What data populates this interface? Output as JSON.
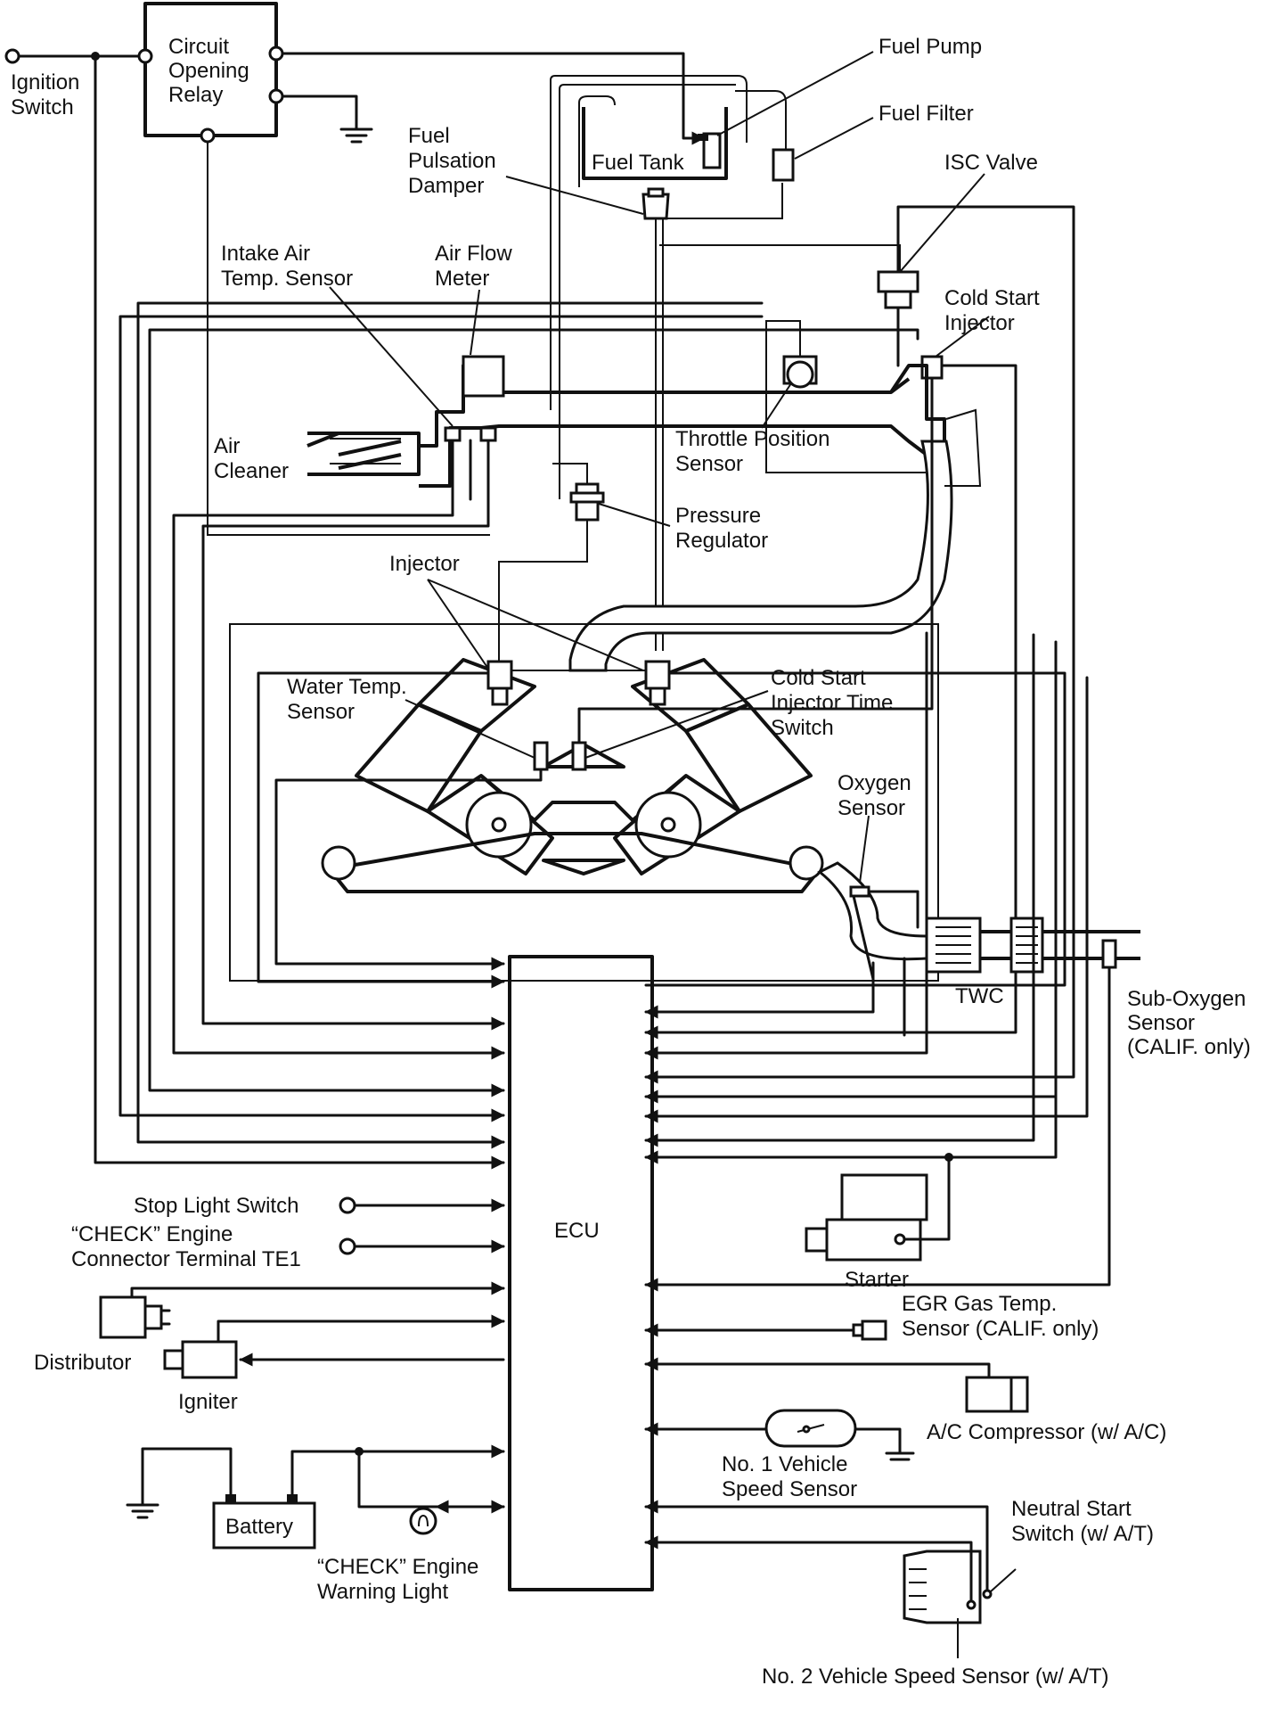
{
  "labels": {
    "ignition_switch": [
      "Ignition",
      "Switch"
    ],
    "circuit_opening_relay": [
      "Circuit",
      "Opening",
      "Relay"
    ],
    "fuel_pump": "Fuel Pump",
    "fuel_filter": "Fuel Filter",
    "fuel_tank": "Fuel Tank",
    "fuel_pulsation_damper": [
      "Fuel",
      "Pulsation",
      "Damper"
    ],
    "isc_valve": "ISC Valve",
    "intake_air_temp_sensor": [
      "Intake Air",
      "Temp. Sensor"
    ],
    "air_flow_meter": [
      "Air Flow",
      "Meter"
    ],
    "cold_start_injector": [
      "Cold Start",
      "Injector"
    ],
    "air_cleaner": [
      "Air",
      "Cleaner"
    ],
    "throttle_position_sensor": [
      "Throttle Position",
      "Sensor"
    ],
    "pressure_regulator": [
      "Pressure",
      "Regulator"
    ],
    "injector": "Injector",
    "water_temp_sensor": [
      "Water Temp.",
      "Sensor"
    ],
    "cold_start_injector_time_switch": [
      "Cold Start",
      "Injector Time",
      "Switch"
    ],
    "oxygen_sensor": [
      "Oxygen",
      "Sensor"
    ],
    "twc": "TWC",
    "sub_oxygen_sensor": [
      "Sub-Oxygen",
      "Sensor",
      "(CALIF. only)"
    ],
    "ecu": "ECU",
    "stop_light_switch": "Stop Light Switch",
    "check_engine_connector": [
      "“CHECK” Engine",
      "Connector Terminal TE1"
    ],
    "distributor": "Distributor",
    "igniter": "Igniter",
    "starter": "Starter",
    "egr_gas_temp_sensor": [
      "EGR Gas Temp.",
      "Sensor (CALIF. only)"
    ],
    "ac_compressor": "A/C Compressor (w/ A/C)",
    "no1_vehicle_speed_sensor": [
      "No. 1 Vehicle",
      "Speed Sensor"
    ],
    "neutral_start_switch": [
      "Neutral Start",
      "Switch (w/ A/T)"
    ],
    "battery": "Battery",
    "check_engine_warning_light": [
      "“CHECK” Engine",
      "Warning Light"
    ],
    "no2_vehicle_speed_sensor": "No. 2 Vehicle Speed Sensor (w/ A/T)"
  }
}
